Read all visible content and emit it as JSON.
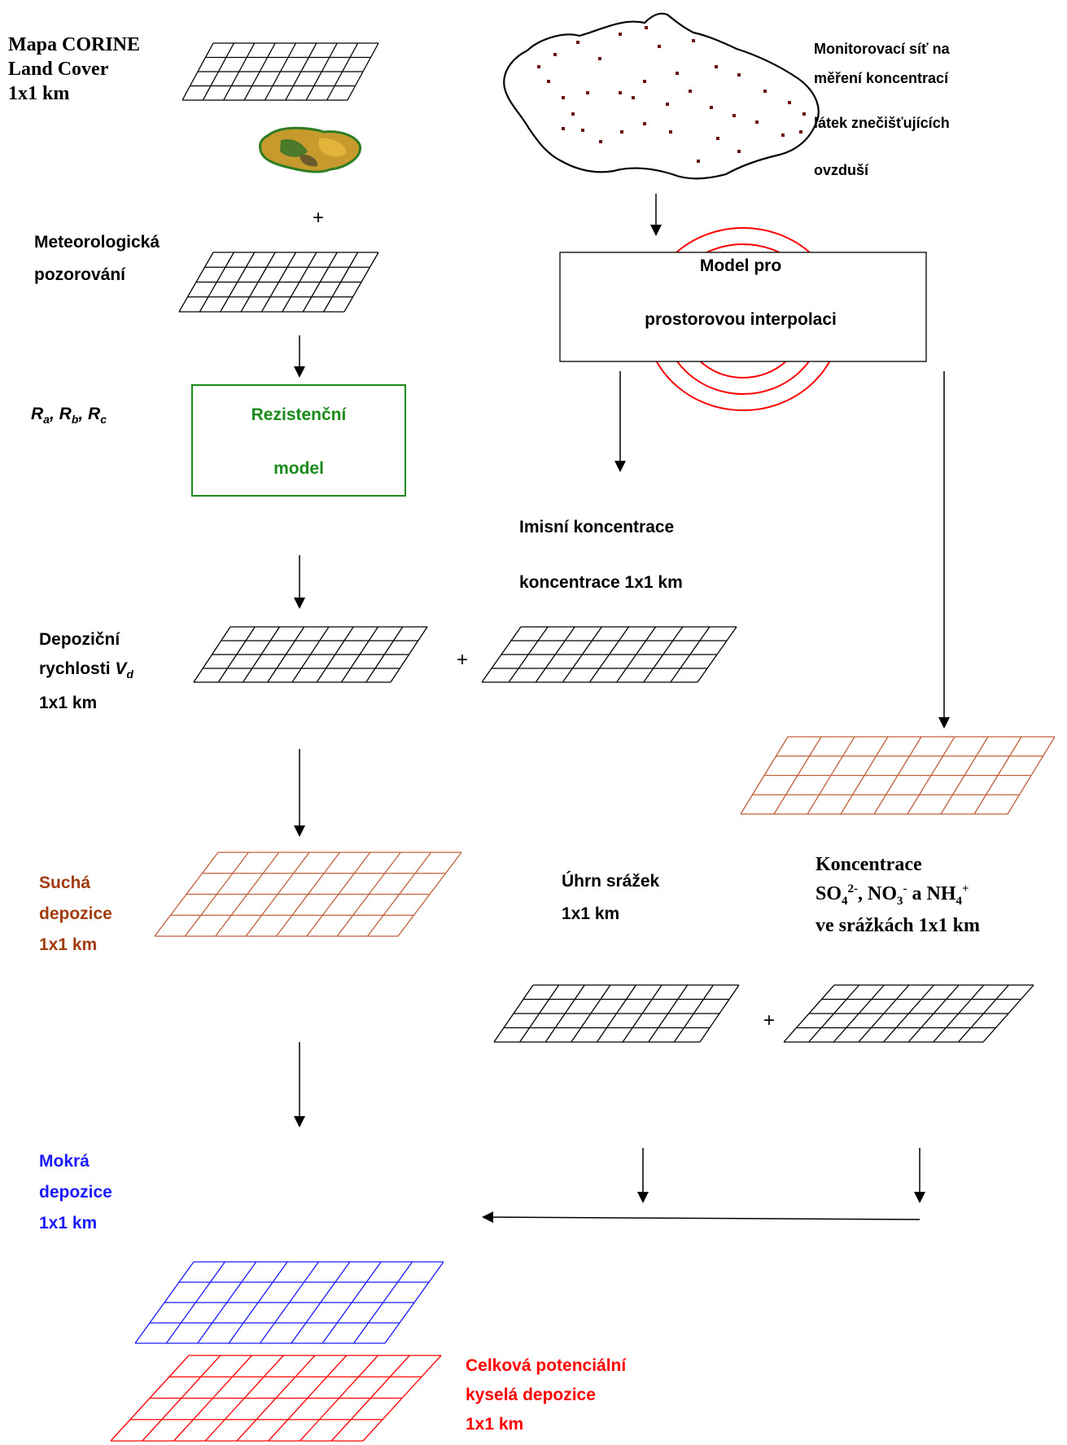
{
  "labels": {
    "corine": [
      "Mapa CORINE",
      "Land Cover",
      "1x1 km"
    ],
    "monitoring": [
      "Monitorovací síť na",
      "měření koncentrací",
      "látek  znečišťujících",
      "ovzduší"
    ],
    "meteo": [
      "Meteorologická",
      "pozorování"
    ],
    "resistances": {
      "a": "a",
      "b": "b",
      "c": "c",
      "sep": ", "
    },
    "resist_model": [
      "Rezistenční",
      "model"
    ],
    "interp_model": [
      "Model pro",
      "prostorovou interpolaci"
    ],
    "immission": [
      "Imisní koncentrace",
      "koncentrace 1x1 km"
    ],
    "dep_velocity": {
      "line1": "Depoziční",
      "line2": "rychlosti",
      "sub": "d",
      "line3": "1x1 km"
    },
    "dry": [
      "Suchá",
      "depozice",
      "1x1 km"
    ],
    "precip": [
      "Úhrn srážek",
      "1x1 km"
    ],
    "concentration": {
      "line1": "Koncentrace",
      "ion1": "SO",
      "ion1_sub": "4",
      "ion1_sup": "2-",
      "sep1": ", ",
      "ion2": "NO",
      "ion2_sub": "3",
      "ion2_sup": "-",
      "sep2": " a ",
      "ion3": "NH",
      "ion3_sub": "4",
      "ion3_sup": "+",
      "line3": "ve srážkách  1x1 km"
    },
    "wet": [
      "Mokrá",
      "depozice",
      "1x1 km"
    ],
    "total": [
      "Celková potenciální",
      "kyselá depozice",
      "1x1 km"
    ]
  },
  "plus_signs": [
    "+",
    "+",
    "+"
  ],
  "colors": {
    "black": "#000000",
    "green": "#1a8a1a",
    "brown": "#a23c0e",
    "blue": "#1a1aff",
    "red": "#ff0000",
    "grid_brown": "#c0603a",
    "station_dot": "#6b1010"
  }
}
